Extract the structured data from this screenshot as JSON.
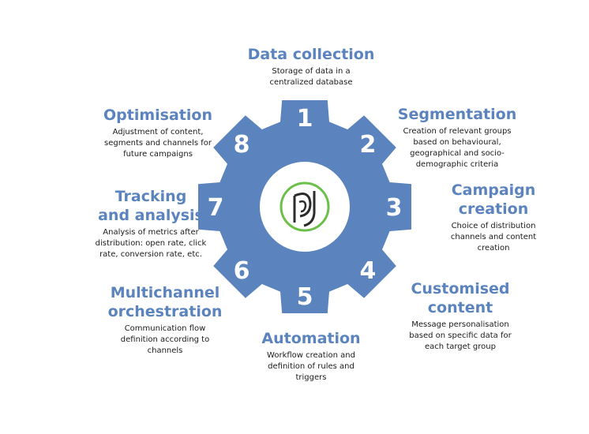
{
  "steps": [
    {
      "number": "1",
      "title": "Data collection",
      "description": "Storage of data in a\ncentralized database"
    },
    {
      "number": "2",
      "title": "Segmentation",
      "description": "Creation of relevant groups\nbased on behavioural,\ngeographical and socio-\ndemographic criteria"
    },
    {
      "number": "3",
      "title": "Campaign\ncreation",
      "description": "Choice of distribution\nchannels and content\ncreation"
    },
    {
      "number": "4",
      "title": "Customised\ncontent",
      "description": "Message personalisation\nbased on specific data for\neach target group"
    },
    {
      "number": "5",
      "title": "Automation",
      "description": "Workflow creation and\ndefinition of rules and\ntriggers"
    },
    {
      "number": "6",
      "title": "Multichannel\norchestration",
      "description": "Communication flow\ndefinition according to\nchannels"
    },
    {
      "number": "7",
      "title": "Tracking\nand analysis",
      "description": "Analysis of metrics after\ndistribution: open rate, click\nrate, conversion rate, etc."
    },
    {
      "number": "8",
      "title": "Optimisation",
      "description": "Adjustment of content,\nsegments and channels for\nfuture campaigns"
    }
  ],
  "colors": {
    "gear": "#5b84be",
    "title": "#5b84be",
    "logo_ring": "#6cc04a",
    "logo_mark": "#2b2b2b"
  },
  "icons": {
    "center_logo": "logo-icon"
  }
}
